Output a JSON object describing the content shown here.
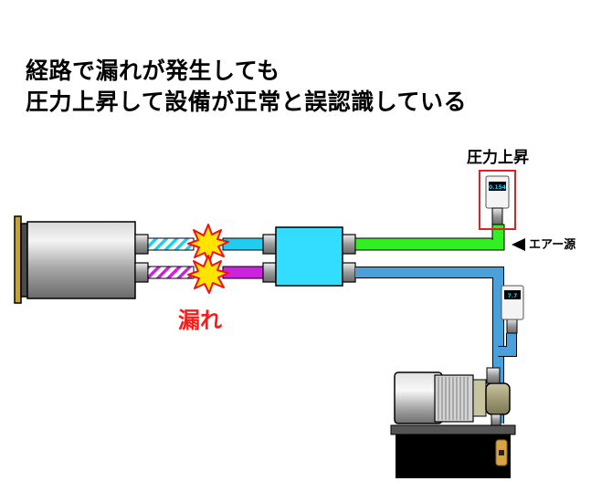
{
  "title": {
    "line1": "経路で漏れが発生しても",
    "line2": "圧力上昇して設備が正常と誤認識している"
  },
  "labels": {
    "pressure_rise": "圧力上昇",
    "air_source": "エアー源",
    "leak": "漏れ",
    "gauge_top_reading": "0.154",
    "gauge_bottom_reading": "7.7"
  },
  "colors": {
    "title_text": "#000000",
    "leak_text": "#ff1a1a",
    "air_line": "#33ee22",
    "hydraulic_line": "#4aa0d8",
    "cyan_line": "#22ccee",
    "purple_line": "#cc22dd",
    "highlight_box": "#dd2222",
    "spark": "#ffe400"
  }
}
